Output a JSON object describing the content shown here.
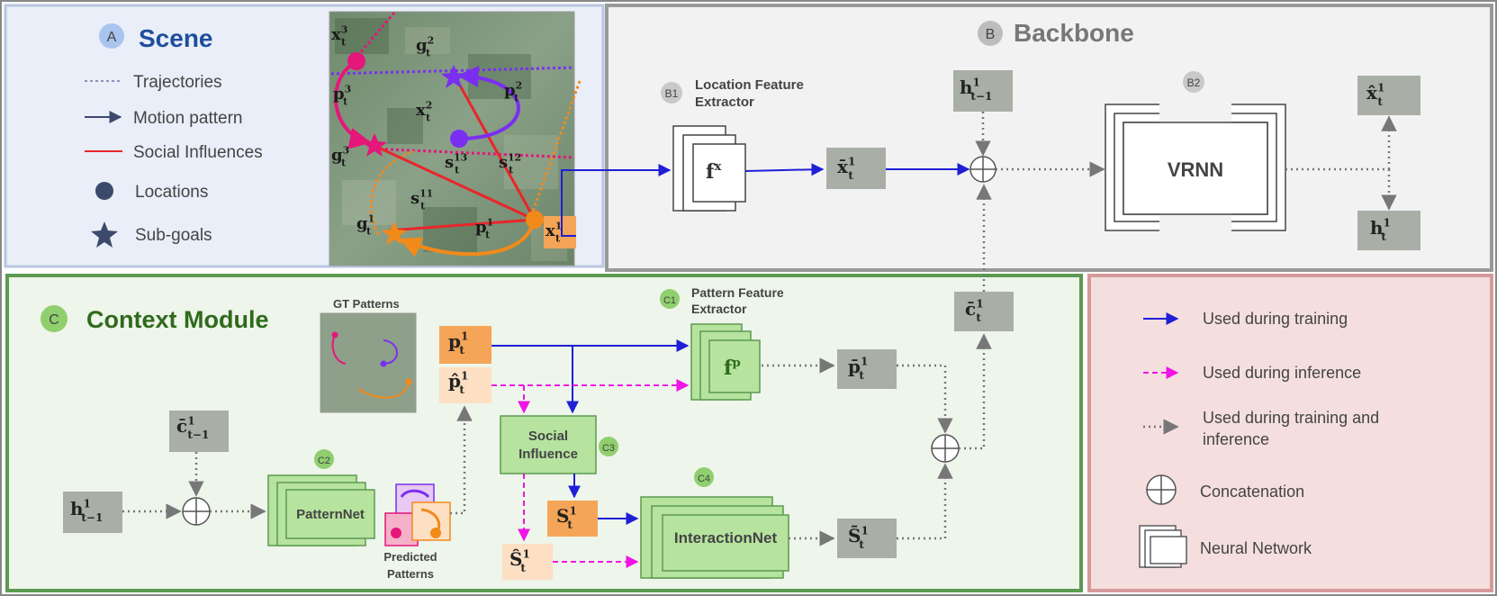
{
  "panels": {
    "scene": {
      "badge": "A",
      "title": "Scene"
    },
    "backbone": {
      "badge": "B",
      "title": "Backbone"
    },
    "context": {
      "badge": "C",
      "title": "Context Module"
    }
  },
  "legend_scene": {
    "trajectories": "Trajectories",
    "motion": "Motion pattern",
    "social": "Social Influences",
    "locations": "Locations",
    "subgoals": "Sub-goals"
  },
  "scene_map": {
    "x3": {
      "v": "x",
      "sub": "t",
      "sup": "3"
    },
    "g2": {
      "v": "g",
      "sub": "t",
      "sup": "2"
    },
    "p3": {
      "v": "p",
      "sub": "t",
      "sup": "3"
    },
    "x2": {
      "v": "x",
      "sub": "t",
      "sup": "2"
    },
    "p2": {
      "v": "p",
      "sub": "t",
      "sup": "2"
    },
    "g3": {
      "v": "g",
      "sub": "t",
      "sup": "3"
    },
    "s13": {
      "v": "s",
      "sub": "t",
      "sup": "13"
    },
    "s12": {
      "v": "s",
      "sub": "t",
      "sup": "12"
    },
    "s11": {
      "v": "s",
      "sub": "t",
      "sup": "11"
    },
    "g1": {
      "v": "g",
      "sub": "t",
      "sup": "1"
    },
    "p1": {
      "v": "p",
      "sub": "t",
      "sup": "1"
    },
    "x1": {
      "v": "x",
      "sub": "t",
      "sup": "1"
    }
  },
  "backbone": {
    "b1_badge": "B1",
    "b1_label_1": "Location Feature",
    "b1_label_2": "Extractor",
    "fx": {
      "v": "f",
      "sup": "x"
    },
    "xbar": {
      "v": "x̄",
      "sub": "t",
      "sup": "1"
    },
    "h_prev": {
      "v": "h",
      "sub": "t−1",
      "sup": "1"
    },
    "b2_badge": "B2",
    "vrnn": "VRNN",
    "xhat": {
      "v": "x̂",
      "sub": "t",
      "sup": "1"
    },
    "h": {
      "v": "h",
      "sub": "t",
      "sup": "1"
    }
  },
  "context": {
    "gt_patterns": "GT Patterns",
    "c1_badge": "C1",
    "c1_label_1": "Pattern Feature",
    "c1_label_2": "Extractor",
    "fp": {
      "v": "f",
      "sup": "p"
    },
    "pbar": {
      "v": "p̄",
      "sub": "t",
      "sup": "1"
    },
    "cbar": {
      "v": "c̄",
      "sub": "t",
      "sup": "1"
    },
    "p": {
      "v": "p",
      "sub": "t",
      "sup": "1"
    },
    "phat": {
      "v": "p̂",
      "sub": "t",
      "sup": "1"
    },
    "cbar_prev": {
      "v": "c̄",
      "sub": "t−1",
      "sup": "1"
    },
    "h_prev": {
      "v": "h",
      "sub": "t−1",
      "sup": "1"
    },
    "c2_badge": "C2",
    "patternnet": "PatternNet",
    "predicted_1": "Predicted",
    "predicted_2": "Patterns",
    "social_1": "Social",
    "social_2": "Influence",
    "c3_badge": "C3",
    "s": {
      "v": "S",
      "sub": "t",
      "sup": "1"
    },
    "shat": {
      "v": "Ŝ",
      "sub": "t",
      "sup": "1"
    },
    "c4_badge": "C4",
    "interactionnet": "InteractionNet",
    "sbar": {
      "v": "S̄",
      "sub": "t",
      "sup": "1"
    }
  },
  "legend_main": {
    "training": "Used during training",
    "inference": "Used during inference",
    "both_1": "Used during training and",
    "both_2": "inference",
    "concat": "Concatenation",
    "nn": "Neural Network"
  },
  "colors": {
    "training": "#1f1fd6",
    "inference": "#f014e6",
    "both": "#777777",
    "social": "#e8262a",
    "traj3": "#e4177a",
    "traj2": "#7a2ff0",
    "traj1": "#f28a1a",
    "scene_bg": "#e9eef8",
    "backbone_bg": "#f2f2f2",
    "context_bg": "#eef5ea",
    "legend_bg": "#f4dede"
  }
}
